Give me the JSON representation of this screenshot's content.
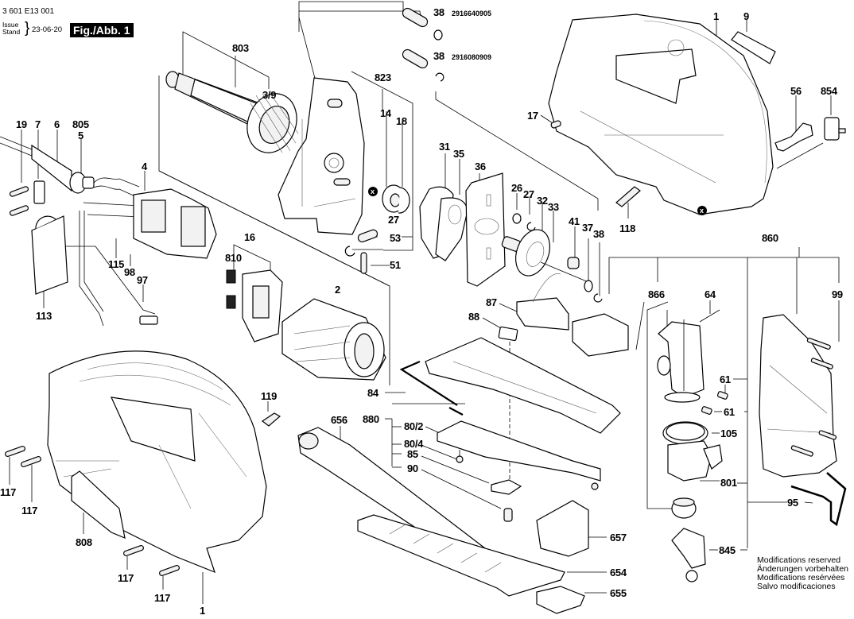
{
  "header": {
    "document_number": "3 601 E13 001",
    "issue_label": "Issue",
    "stand_label": "Stand",
    "brace": "}",
    "date": "23-06-20",
    "figure_label": "Fig./Abb. 1"
  },
  "part_numbers": [
    {
      "ref": "38",
      "number": "2916640905"
    },
    {
      "ref": "38",
      "number": "2916080909"
    }
  ],
  "labels": {
    "l1_top": "1",
    "l9": "9",
    "l56": "56",
    "l854": "854",
    "l17": "17",
    "l118": "118",
    "l803": "803",
    "l3_9": "3/9",
    "l823": "823",
    "l14": "14",
    "l18": "18",
    "l27a": "27",
    "l53": "53",
    "l51": "51",
    "l19": "19",
    "l7": "7",
    "l6": "6",
    "l805": "805",
    "l5": "5",
    "l4": "4",
    "l115": "115",
    "l98": "98",
    "l97": "97",
    "l113": "113",
    "l16": "16",
    "l810": "810",
    "l2": "2",
    "l84": "84",
    "l119": "119",
    "l31": "31",
    "l35": "35",
    "l36": "36",
    "l26": "26",
    "l27b": "27",
    "l32": "32",
    "l33": "33",
    "l41": "41",
    "l37": "37",
    "l38c": "38",
    "l87": "87",
    "l88": "88",
    "l880": "880",
    "l80_2": "80/2",
    "l80_4": "80/4",
    "l85": "85",
    "l90": "90",
    "l656": "656",
    "l657": "657",
    "l654": "654",
    "l655": "655",
    "l860": "860",
    "l866": "866",
    "l64": "64",
    "l99": "99",
    "l61a": "61",
    "l61b": "61",
    "l105": "105",
    "l801": "801",
    "l95": "95",
    "l845": "845",
    "l117a": "117",
    "l117b": "117",
    "l808": "808",
    "l117c": "117",
    "l117d": "117",
    "l1_bottom": "1"
  },
  "markers": {
    "x_symbol": "x"
  },
  "notes": [
    "Modifications reserved",
    "Änderungen vorbehalten",
    "Modifications resérvées",
    "Salvo modificaciones"
  ]
}
